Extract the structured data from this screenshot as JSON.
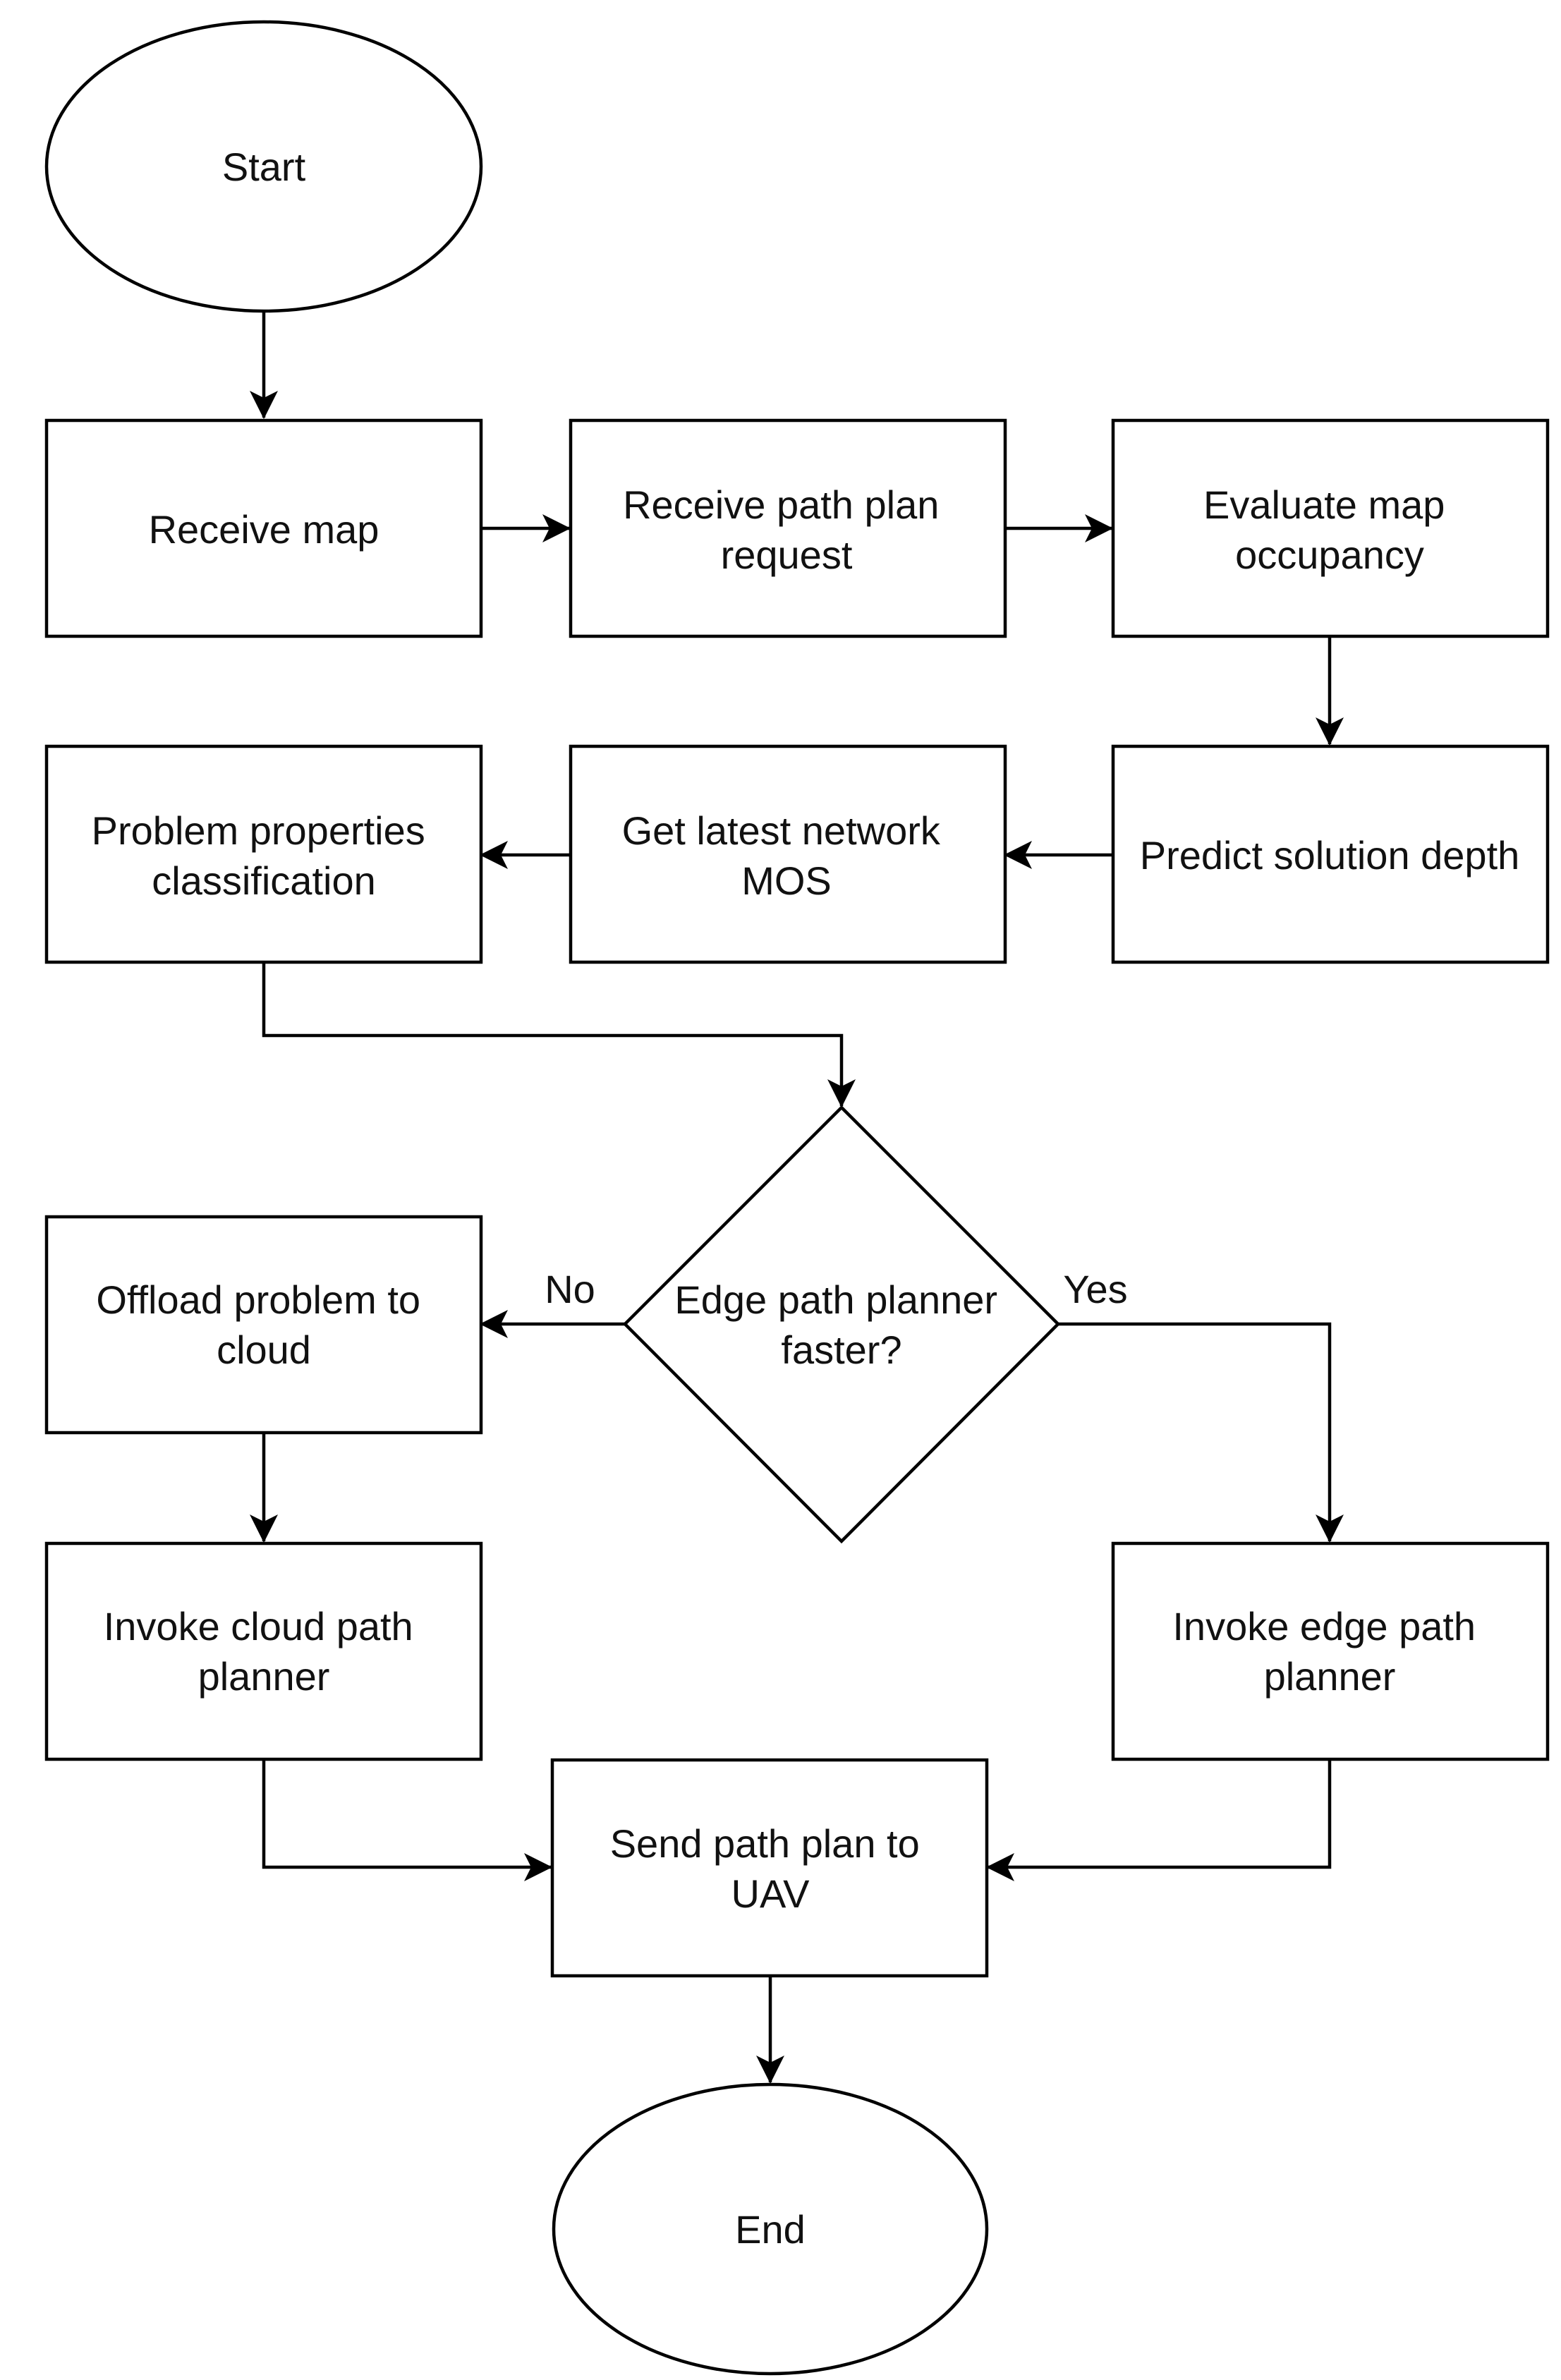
{
  "nodes": {
    "start": {
      "lines": [
        "Start"
      ]
    },
    "receive_map": {
      "lines": [
        "Receive map"
      ]
    },
    "receive_request": {
      "lines": [
        "Receive path plan",
        "request"
      ]
    },
    "evaluate_occupancy": {
      "lines": [
        "Evaluate map",
        "occupancy"
      ]
    },
    "predict_depth": {
      "lines": [
        "Predict solution depth"
      ]
    },
    "get_mos": {
      "lines": [
        "Get latest network",
        "MOS"
      ]
    },
    "classification": {
      "lines": [
        "Problem properties",
        "classification"
      ]
    },
    "decision": {
      "lines": [
        "Edge path planner",
        "faster?"
      ]
    },
    "offload": {
      "lines": [
        "Offload problem to",
        "cloud"
      ]
    },
    "invoke_cloud": {
      "lines": [
        "Invoke cloud path",
        "planner"
      ]
    },
    "invoke_edge": {
      "lines": [
        "Invoke edge path",
        "planner"
      ]
    },
    "send_plan": {
      "lines": [
        "Send path plan to",
        "UAV"
      ]
    },
    "end": {
      "lines": [
        "End"
      ]
    }
  },
  "edge_labels": {
    "no": "No",
    "yes": "Yes"
  },
  "colors": {
    "stroke": "#000000",
    "fill": "#ffffff",
    "text": "#111111"
  }
}
